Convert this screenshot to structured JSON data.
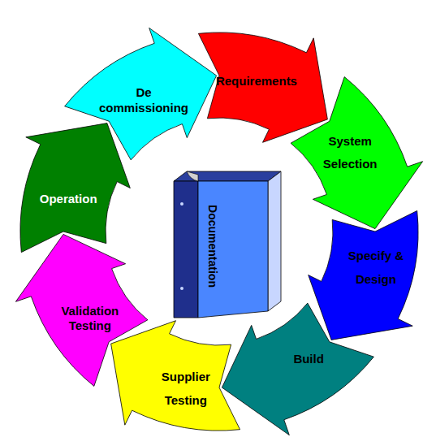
{
  "diagram": {
    "nodes": [
      {
        "text": [
          "Requirements"
        ]
      },
      {
        "text": [
          "System Selection"
        ]
      },
      {
        "text": [
          "Specify & Design"
        ]
      },
      {
        "text": [
          "Build"
        ]
      },
      {
        "text": [
          "Supplier Testing"
        ]
      },
      {
        "text": [
          "Validation Testing"
        ]
      },
      {
        "text": [
          "Operation"
        ]
      },
      {
        "text": [
          "De commissioning"
        ]
      },
      {
        "text": [
          "Documentation"
        ]
      }
    ]
  }
}
